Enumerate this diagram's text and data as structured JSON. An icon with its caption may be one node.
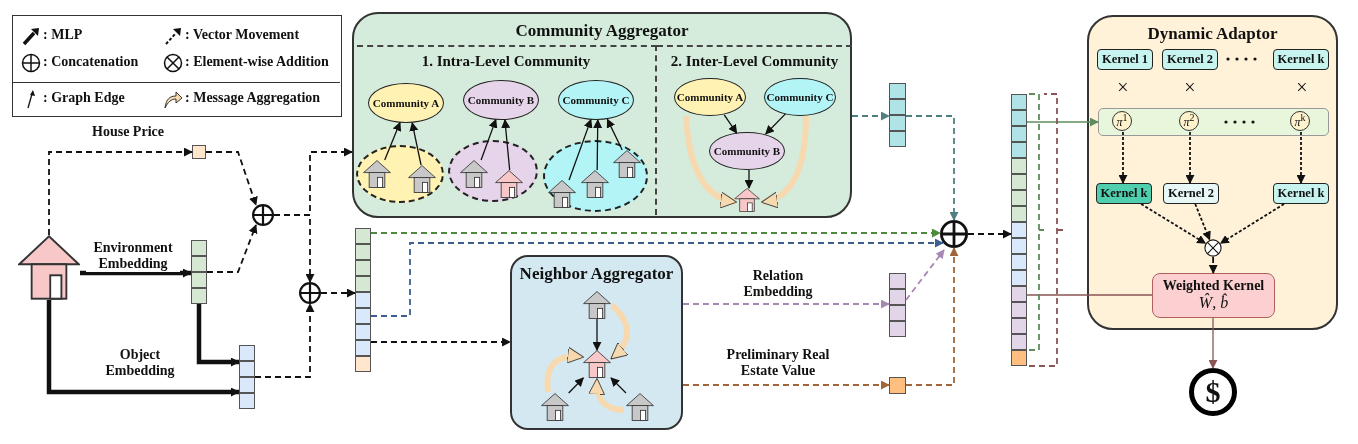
{
  "diagram": {
    "nodes": [
      {
        "text": [],
        "shape": "house"
      },
      {
        "text": [],
        "shape": "bar"
      },
      {
        "text": [],
        "shape": "bar"
      },
      {
        "text": [],
        "shape": "bar"
      },
      {
        "text": [],
        "shape": "circle"
      },
      {
        "text": [],
        "shape": "circle"
      },
      {
        "text": [],
        "shape": "bar"
      },
      {
        "text": [
          "Community Aggregator"
        ]
      },
      {
        "text": [
          "1. Intra-Level Community"
        ],
        "in": 7
      },
      {
        "text": [
          "Community A"
        ],
        "in": 8
      },
      {
        "text": [
          "Community B"
        ],
        "in": 8
      },
      {
        "text": [
          "Community C"
        ],
        "in": 8
      },
      {
        "text": [],
        "shape": "ellipse",
        "in": 8
      },
      {
        "text": [],
        "shape": "house",
        "in": 12
      },
      {
        "text": [],
        "shape": "house",
        "in": 12
      },
      {
        "text": [],
        "shape": "ellipse",
        "in": 8
      },
      {
        "text": [],
        "shape": "house",
        "in": 15
      },
      {
        "text": [],
        "shape": "house",
        "in": 15
      },
      {
        "text": [],
        "shape": "ellipse",
        "in": 8
      },
      {
        "text": [],
        "shape": "house",
        "in": 18
      },
      {
        "text": [],
        "shape": "house",
        "in": 18
      },
      {
        "text": [],
        "shape": "house",
        "in": 18
      },
      {
        "text": [
          "2. Inter-Level Community"
        ],
        "in": 7
      },
      {
        "text": [
          "Community A"
        ],
        "in": 22
      },
      {
        "text": [
          "Community C"
        ],
        "in": 22
      },
      {
        "text": [
          "Community B"
        ],
        "in": 22
      },
      {
        "text": [],
        "shape": "house",
        "in": 22
      },
      {
        "text": [],
        "shape": "bar"
      },
      {
        "text": [
          "Neighbor Aggregator"
        ]
      },
      {
        "text": [],
        "shape": "house",
        "in": 28
      },
      {
        "text": [],
        "shape": "house",
        "in": 28
      },
      {
        "text": [],
        "shape": "house",
        "in": 28
      },
      {
        "text": [],
        "shape": "house",
        "in": 28
      },
      {
        "text": [],
        "shape": "bar"
      },
      {
        "text": [],
        "shape": "bar"
      },
      {
        "text": [],
        "shape": "circle"
      },
      {
        "text": [],
        "shape": "bar"
      },
      {
        "text": [
          "Dynamic Adaptor"
        ]
      },
      {
        "text": [
          "Kernel 1"
        ],
        "in": 37
      },
      {
        "text": [
          "Kernel 2"
        ],
        "in": 37
      },
      {
        "text": [
          "Kernel k"
        ],
        "in": 37
      },
      {
        "text": [],
        "shape": "box",
        "in": 37
      },
      {
        "text": [
          "*π*$^{1}$"
        ],
        "in": 41
      },
      {
        "text": [
          "*π*$^{2}$"
        ],
        "in": 41
      },
      {
        "text": [
          "*π*$^{k}$"
        ],
        "in": 41
      },
      {
        "text": [
          "Kernel k"
        ],
        "in": 37
      },
      {
        "text": [
          "Kernel 2"
        ],
        "in": 37
      },
      {
        "text": [
          "Kernel k"
        ],
        "in": 37
      },
      {
        "text": [],
        "shape": "circle",
        "in": 37
      },
      {
        "text": [
          "Weighted Kernel",
          "*Ŵ*, *b̂*"
        ],
        "in": 37
      },
      {
        "text": [
          "$"
        ]
      }
    ],
    "edges": [
      {
        "from": 0,
        "to": 1,
        "arrow": "to",
        "style": "dashed",
        "label": "House Price"
      },
      {
        "from": 0,
        "to": 2,
        "arrow": "to",
        "style": "thick",
        "label": "Environment Embedding"
      },
      {
        "from": 0,
        "to": 3,
        "arrow": "to",
        "style": "thick",
        "label": "Object Embedding"
      },
      {
        "from": 2,
        "to": 3,
        "arrow": "to",
        "style": "thick"
      },
      {
        "from": 1,
        "to": 4,
        "arrow": "to",
        "style": "dashed"
      },
      {
        "from": 2,
        "to": 4,
        "arrow": "to",
        "style": "dashed"
      },
      {
        "from": 4,
        "to": 7,
        "arrow": "to",
        "style": "dashed"
      },
      {
        "from": 4,
        "to": 5,
        "arrow": "to",
        "style": "dashed"
      },
      {
        "from": 3,
        "to": 5,
        "arrow": "to",
        "style": "dashed"
      },
      {
        "from": 5,
        "to": 6,
        "arrow": "to",
        "style": "dashed"
      },
      {
        "from": 13,
        "to": 9,
        "arrow": "to"
      },
      {
        "from": 14,
        "to": 9,
        "arrow": "to"
      },
      {
        "from": 16,
        "to": 10,
        "arrow": "to"
      },
      {
        "from": 17,
        "to": 10,
        "arrow": "to"
      },
      {
        "from": 19,
        "to": 11,
        "arrow": "to"
      },
      {
        "from": 20,
        "to": 11,
        "arrow": "to"
      },
      {
        "from": 21,
        "to": 11,
        "arrow": "to"
      },
      {
        "from": 23,
        "to": 25,
        "arrow": "to"
      },
      {
        "from": 24,
        "to": 25,
        "arrow": "to"
      },
      {
        "from": 25,
        "to": 26,
        "arrow": "to"
      },
      {
        "from": 23,
        "to": 26,
        "arrow": "to",
        "style": "thick",
        "color": "#f7d9b0"
      },
      {
        "from": 24,
        "to": 26,
        "arrow": "to",
        "style": "thick",
        "color": "#f7d9b0"
      },
      {
        "from": 7,
        "to": 27,
        "arrow": "to",
        "style": "dashed",
        "color": "#4f7f83"
      },
      {
        "from": 27,
        "to": 35,
        "arrow": "to",
        "style": "dashed",
        "color": "#4f7f83"
      },
      {
        "from": 6,
        "to": 35,
        "arrow": "to",
        "style": "dashed",
        "color": "#4e8a3e"
      },
      {
        "from": 6,
        "to": 35,
        "arrow": "to",
        "style": "dashed",
        "color": "#3d5f8f"
      },
      {
        "from": 6,
        "to": 28,
        "arrow": "to",
        "style": "dashed"
      },
      {
        "from": 29,
        "to": 30,
        "arrow": "to"
      },
      {
        "from": 31,
        "to": 30,
        "arrow": "to"
      },
      {
        "from": 32,
        "to": 30,
        "arrow": "to"
      },
      {
        "from": 29,
        "to": 30,
        "arrow": "to",
        "style": "thick",
        "color": "#f7d9b0"
      },
      {
        "from": 31,
        "to": 30,
        "arrow": "to",
        "style": "thick",
        "color": "#f7d9b0"
      },
      {
        "from": 32,
        "to": 30,
        "arrow": "to",
        "style": "thick",
        "color": "#f7d9b0"
      },
      {
        "from": 28,
        "to": 33,
        "arrow": "to",
        "style": "dashed",
        "color": "#a788b5",
        "label": "Relation Embedding"
      },
      {
        "from": 33,
        "to": 35,
        "arrow": "to",
        "style": "dashed",
        "color": "#a788b5"
      },
      {
        "from": 28,
        "to": 34,
        "arrow": "to",
        "style": "dashed",
        "color": "#a0663a",
        "label": "Preliminary Real Estate Value"
      },
      {
        "from": 34,
        "to": 35,
        "arrow": "to",
        "style": "dashed",
        "color": "#a0663a"
      },
      {
        "from": 35,
        "to": 36,
        "arrow": "to",
        "style": "dashed"
      },
      {
        "from": 36,
        "to": 41,
        "arrow": "to",
        "color": "#5e8c5e"
      },
      {
        "from": 36,
        "to": 49,
        "arrow": "none",
        "color": "#8b5555"
      },
      {
        "from": 42,
        "to": 45,
        "arrow": "to",
        "style": "dashed"
      },
      {
        "from": 43,
        "to": 46,
        "arrow": "to",
        "style": "dashed"
      },
      {
        "from": 44,
        "to": 47,
        "arrow": "to",
        "style": "dashed"
      },
      {
        "from": 45,
        "to": 48,
        "arrow": "to",
        "style": "dashed"
      },
      {
        "from": 46,
        "to": 48,
        "arrow": "to",
        "style": "dashed"
      },
      {
        "from": 47,
        "to": 48,
        "arrow": "to",
        "style": "dashed"
      },
      {
        "from": 48,
        "to": 49,
        "arrow": "to",
        "style": "dashed"
      },
      {
        "from": 49,
        "to": 50,
        "arrow": "to",
        "color": "#8b5555"
      }
    ],
    "labels": [
      "×",
      "×",
      "×"
    ],
    "legend": [
      {
        "text": ": MLP"
      },
      {
        "text": ": Vector Movement"
      },
      {
        "text": ": Concatenation"
      },
      {
        "text": ": Element-wise Addition"
      },
      {
        "text": ": Graph Edge"
      },
      {
        "text": ": Message Aggregation"
      }
    ]
  }
}
